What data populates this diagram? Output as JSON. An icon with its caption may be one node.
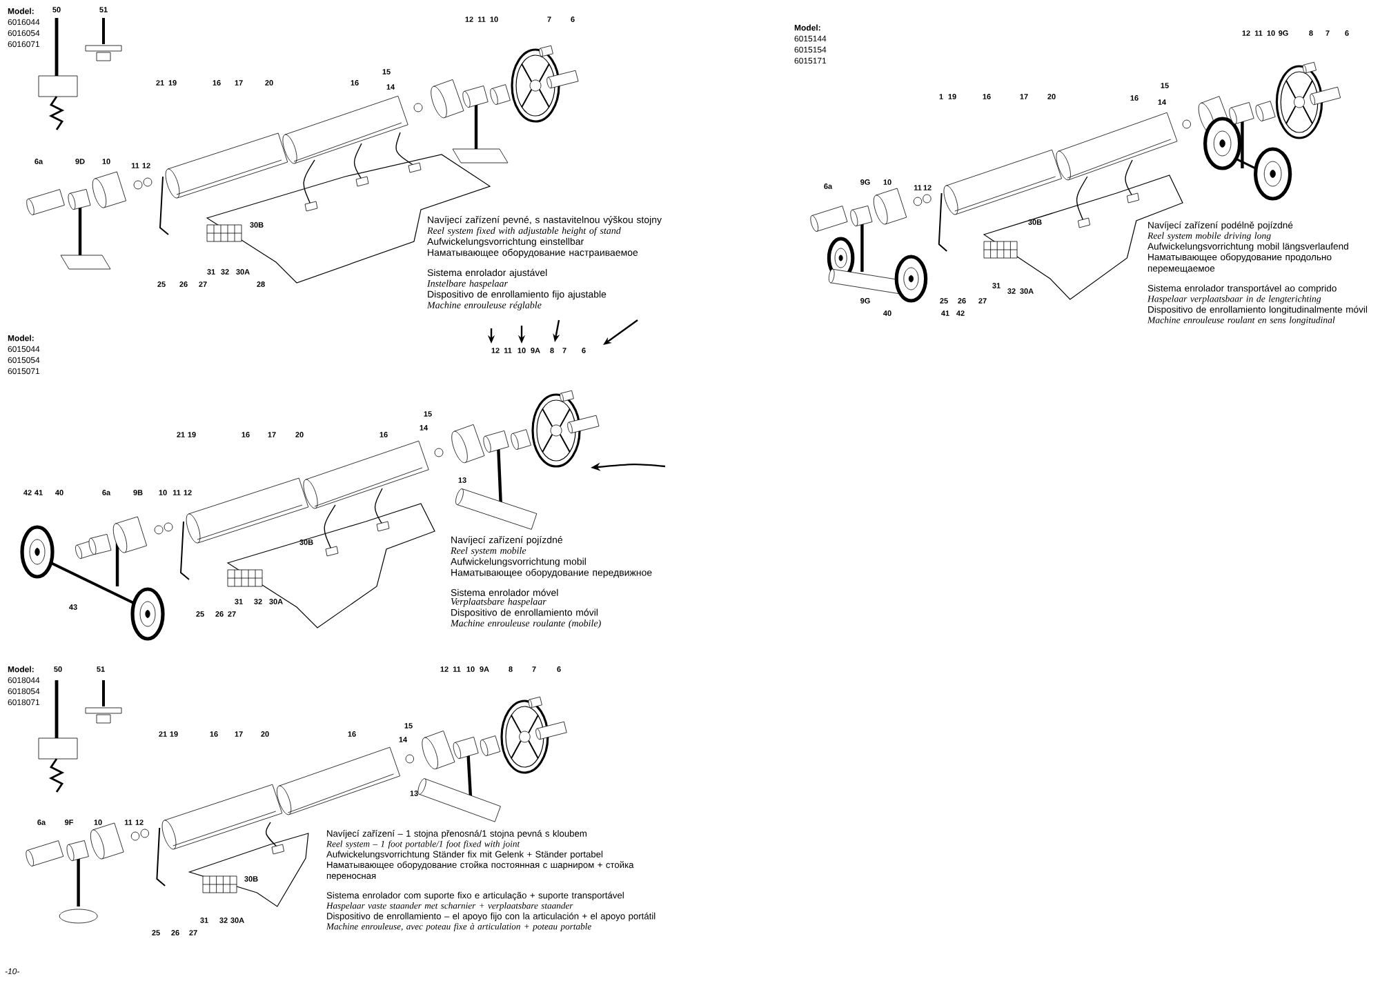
{
  "diagram": {
    "labels": [
      "Model:",
      "6016044",
      "6016054",
      "6016071",
      "50",
      "51",
      "12",
      "11",
      "10",
      "7",
      "6",
      "15",
      "14",
      "21",
      "19",
      "16",
      "17",
      "20",
      "16",
      "6a",
      "9D",
      "10",
      "11",
      "12",
      "30B",
      "25",
      "26",
      "27",
      "31",
      "32",
      "30A",
      "28",
      "Navíjecí zařízení pevné, s nastavitelnou výškou stojny",
      "Reel system fixed with adjustable height of stand",
      "Aufwickelungsvorrichtung einstellbar",
      "Наматывающее оборудование настраиваемое",
      "Sistema enrolador ajustável",
      "Instelbare haspelaar",
      "Dispositivo de enrollamiento fijo ajustable",
      "Machine enrouleuse réglable",
      "Model:",
      "6015144",
      "6015154",
      "6015171",
      "12",
      "11",
      "10",
      "9G",
      "8",
      "7",
      "6",
      "15",
      "14",
      "1",
      "19",
      "16",
      "17",
      "20",
      "16",
      "6a",
      "9G",
      "10",
      "11",
      "12",
      "30B",
      "31",
      "32",
      "30A",
      "9G",
      "25",
      "26",
      "27",
      "40",
      "41",
      "42",
      "Navíjecí zařízení podélně pojízdné",
      "Reel system mobile driving long",
      "Aufwickelungsvorrichtung mobil längsverlaufend",
      "Наматывающее оборудование продольно перемещаемое",
      "Sistema enrolador transportável ao comprido",
      "Haspelaar verplaatsbaar in de lengterichting",
      "Dispositivo de enrollamiento longitudinalmente móvil",
      "Machine enrouleuse roulant en sens longitudinal",
      "Model:",
      "6015044",
      "6015054",
      "6015071",
      "12",
      "11",
      "10",
      "9A",
      "8",
      "7",
      "6",
      "15",
      "14",
      "21",
      "19",
      "16",
      "17",
      "20",
      "16",
      "42",
      "41",
      "40",
      "6a",
      "9B",
      "10",
      "11",
      "12",
      "13",
      "30B",
      "43",
      "25",
      "26",
      "27",
      "31",
      "32",
      "30A",
      "Navíjecí zařízení pojízdné",
      "Reel system mobile",
      "Aufwickelungsvorrichtung mobil",
      "Наматывающее оборудование передвижное",
      "Sistema enrolador móvel",
      "Verplaatsbare haspelaar",
      "Dispositivo de enrollamiento móvil",
      "Machine enrouleuse roulante (mobile)",
      "Model:",
      "6018044",
      "6018054",
      "6018071",
      "50",
      "51",
      "12",
      "11",
      "10",
      "9A",
      "8",
      "7",
      "6",
      "15",
      "14",
      "21",
      "19",
      "16",
      "17",
      "20",
      "16",
      "6a",
      "9F",
      "10",
      "11",
      "12",
      "13",
      "30B",
      "31",
      "32",
      "30A",
      "25",
      "26",
      "27",
      "Navíjecí zařízení – 1 stojna přenosná/1 stojna pevná s kloubem",
      "Reel system – 1 foot portable/1 foot fixed with joint",
      "Aufwickelungsvorrichtung Ständer fix mit Gelenk + Ständer portabel",
      "Наматывающее оборудование стойка постоянная с шарниром + стойка переносная",
      "Sistema enrolador com suporte fixo e articulação + suporte transportável",
      "Haspelaar vaste staander met scharnier + verplaatsbare staander",
      "Dispositivo de enrollamiento – el apoyo fijo con la articulación + el apoyo portátil",
      "Machine enrouleuse, avec poteau fixe à articulation + poteau portable",
      "-10-"
    ]
  }
}
